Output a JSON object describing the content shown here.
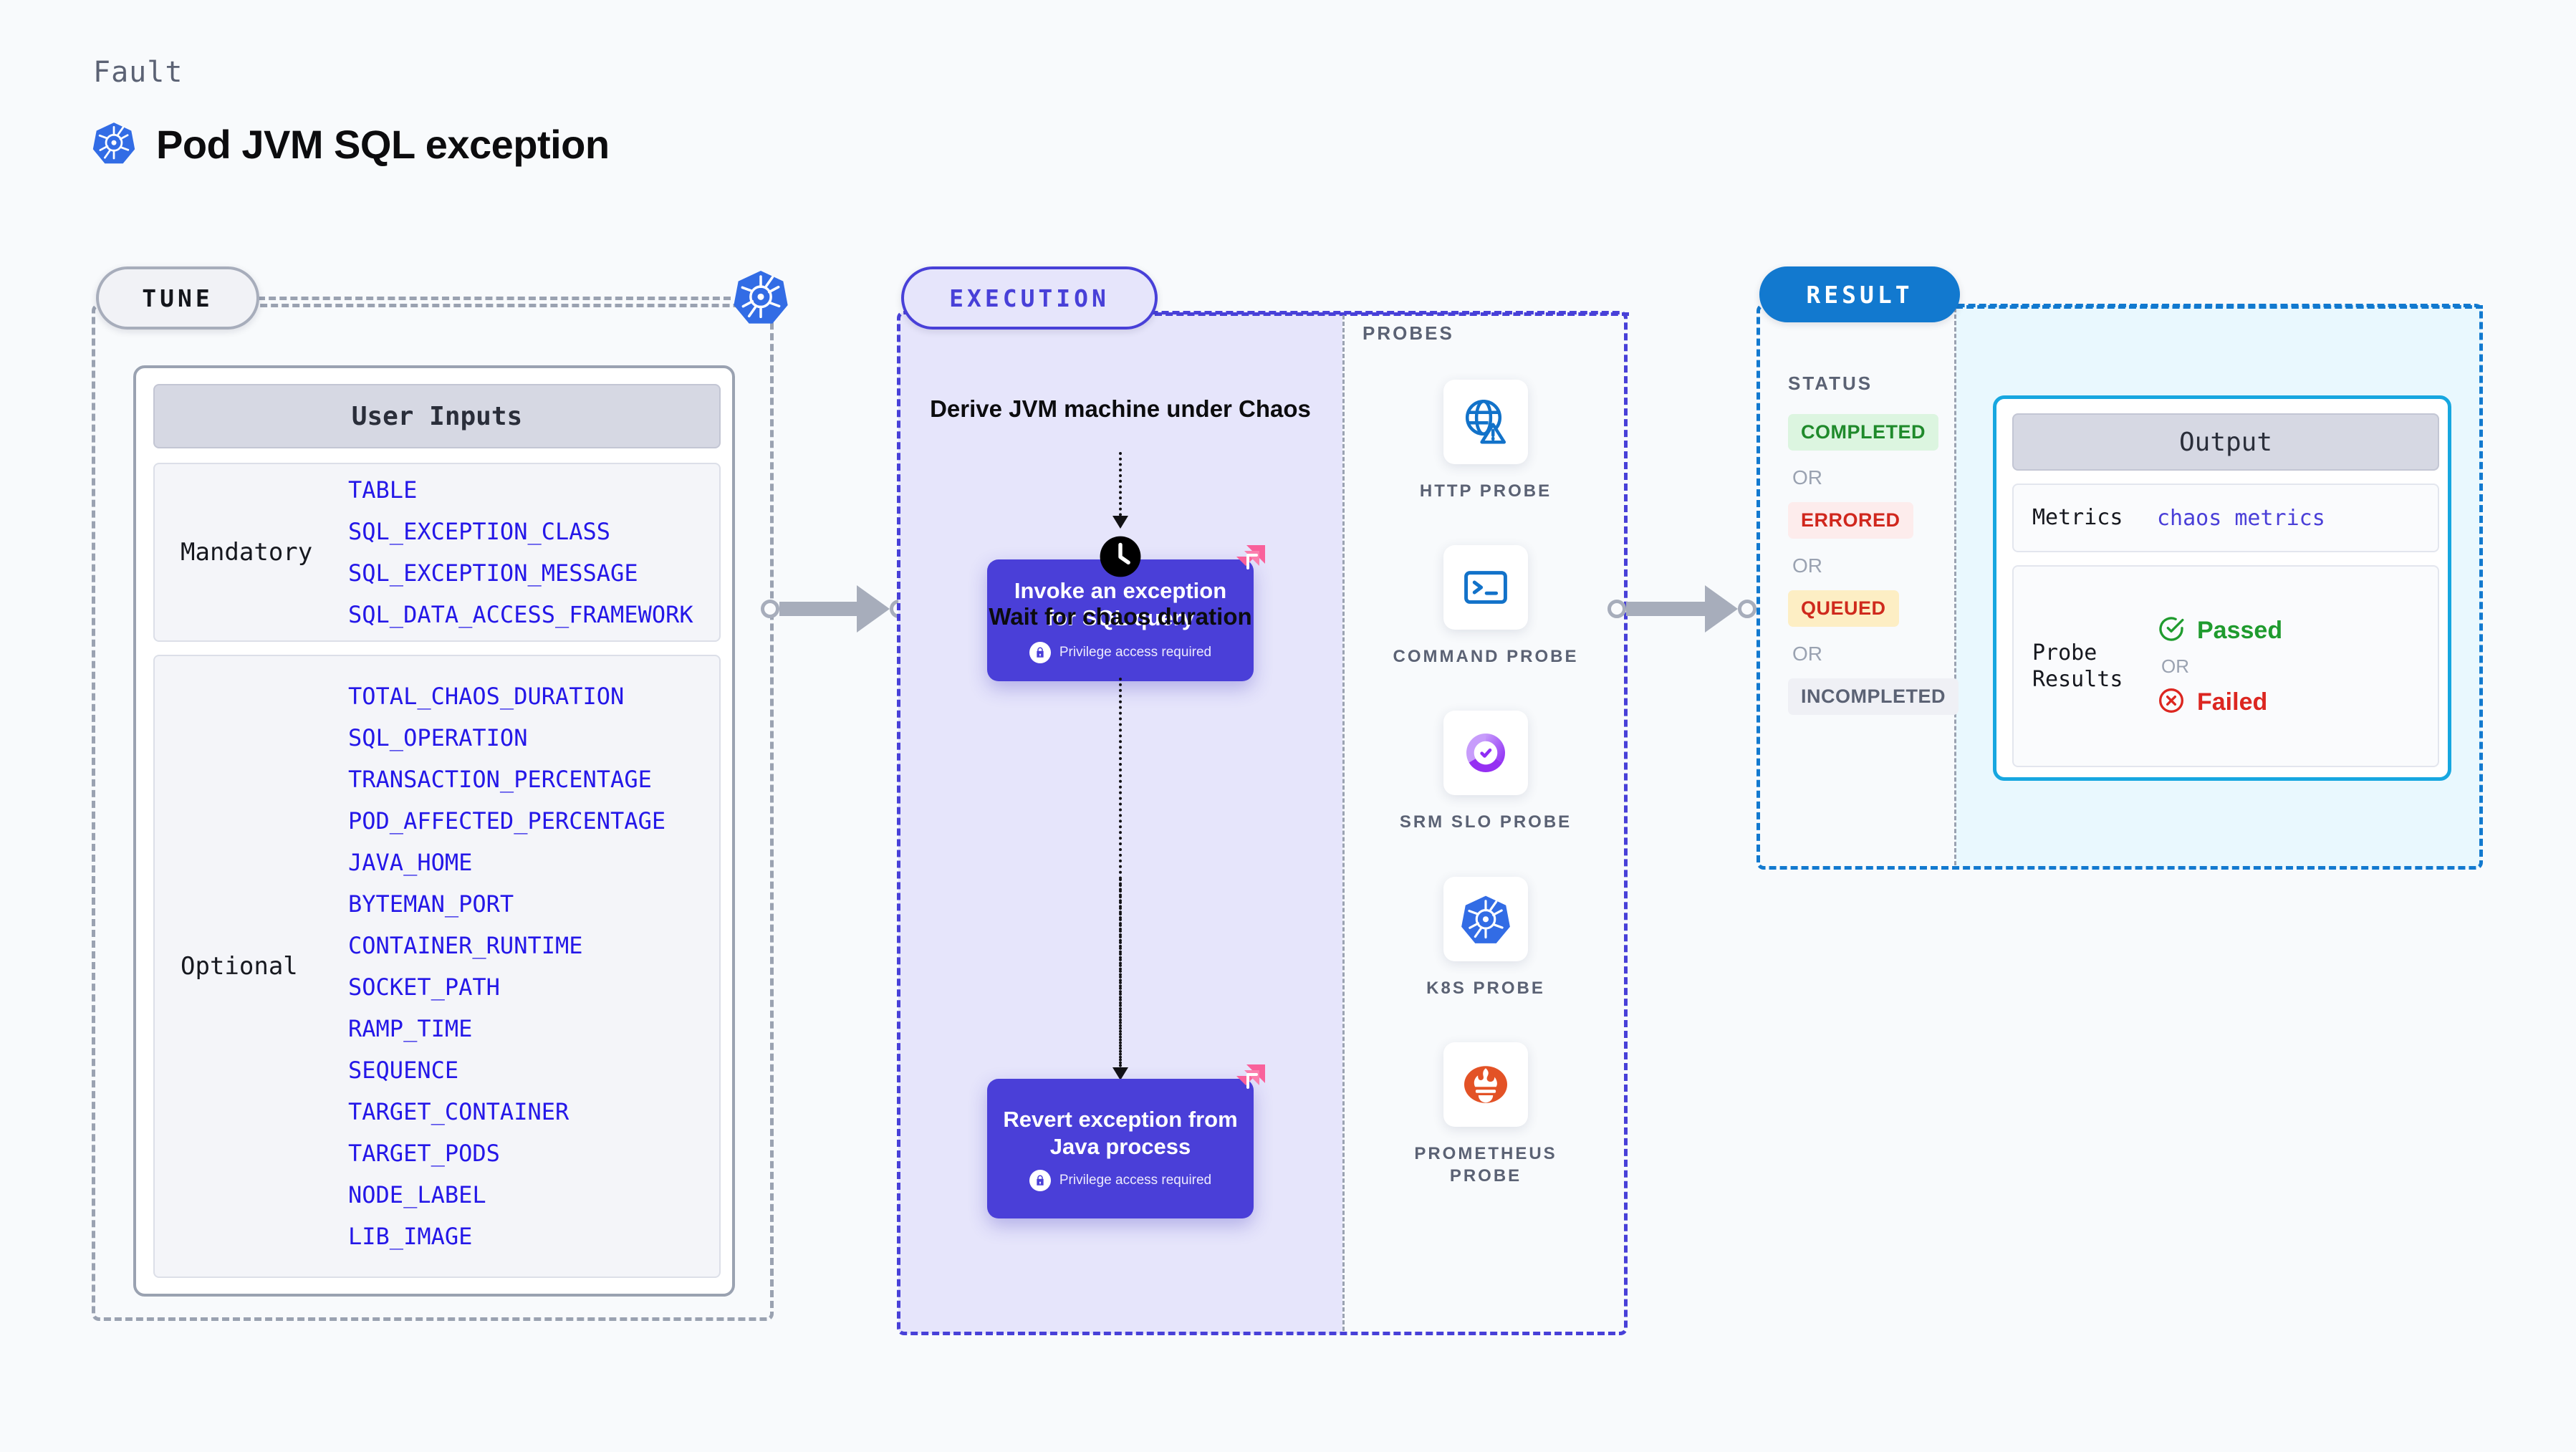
{
  "header": {
    "kicker": "Fault",
    "title": "Pod JVM SQL exception",
    "logo_icon": "kubernetes-icon"
  },
  "stages": {
    "tune": {
      "label": "TUNE",
      "badge_icon": "kubernetes-icon"
    },
    "execution": {
      "label": "EXECUTION"
    },
    "result": {
      "label": "RESULT"
    }
  },
  "tune": {
    "card_title": "User Inputs",
    "groups": [
      {
        "label": "Mandatory",
        "params": [
          "TABLE",
          "SQL_EXCEPTION_CLASS",
          "SQL_EXCEPTION_MESSAGE",
          "SQL_DATA_ACCESS_FRAMEWORK"
        ]
      },
      {
        "label": "Optional",
        "params": [
          "TOTAL_CHAOS_DURATION",
          "SQL_OPERATION",
          "TRANSACTION_PERCENTAGE",
          "POD_AFFECTED_PERCENTAGE",
          "JAVA_HOME",
          "BYTEMAN_PORT",
          "CONTAINER_RUNTIME",
          "SOCKET_PATH",
          "RAMP_TIME",
          "SEQUENCE",
          "TARGET_CONTAINER",
          "TARGET_PODS",
          "NODE_LABEL",
          "LIB_IMAGE"
        ]
      }
    ]
  },
  "execution": {
    "steps": [
      {
        "type": "text",
        "name": "derive-step",
        "text": "Derive JVM machine under Chaos"
      },
      {
        "type": "card",
        "name": "invoke-step",
        "title": "Invoke an exception for SQL query",
        "note": "Privilege access required",
        "note_icon": "lock-icon",
        "corner_icon": "litmus-logo-icon"
      },
      {
        "type": "text",
        "name": "wait-step",
        "text": "Wait for chaos duration",
        "icon": "clock-icon"
      },
      {
        "type": "card",
        "name": "revert-step",
        "title": "Revert exception from Java process",
        "note": "Privilege access required",
        "note_icon": "lock-icon",
        "corner_icon": "litmus-logo-icon"
      }
    ]
  },
  "probes": {
    "title": "PROBES",
    "items": [
      {
        "label": "HTTP PROBE",
        "icon": "globe-warning-icon"
      },
      {
        "label": "COMMAND PROBE",
        "icon": "terminal-icon"
      },
      {
        "label": "SRM SLO PROBE",
        "icon": "srm-slo-icon"
      },
      {
        "label": "K8S PROBE",
        "icon": "kubernetes-icon"
      },
      {
        "label": "PROMETHEUS PROBE",
        "icon": "prometheus-icon"
      }
    ]
  },
  "result": {
    "status_title": "STATUS",
    "or_label": "OR",
    "statuses": [
      {
        "label": "COMPLETED",
        "color": "#1f8a2b"
      },
      {
        "label": "ERRORED",
        "color": "#d0271d"
      },
      {
        "label": "QUEUED",
        "color": "#cf2a1d"
      },
      {
        "label": "INCOMPLETED",
        "color": "#5b6274"
      }
    ],
    "output": {
      "title": "Output",
      "metrics_label": "Metrics",
      "metrics_value": "chaos metrics",
      "probe_results_label": "Probe Results",
      "passed_label": "Passed",
      "failed_label": "Failed",
      "or_label": "OR",
      "passed_icon": "check-circle-icon",
      "failed_icon": "x-circle-icon"
    }
  },
  "colors": {
    "accent_purple": "#4a3fd8",
    "accent_blue": "#1279cf",
    "param_blue": "#2417e8",
    "litmus_pink": "#f9619b"
  }
}
